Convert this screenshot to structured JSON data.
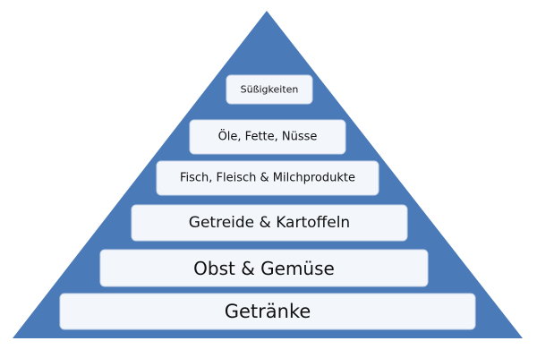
{
  "pyramid": {
    "fill_color": "#4a7ab8",
    "box_color": "#f3f6fb",
    "text_color": "#111111",
    "tiers": [
      {
        "label": "Süßigkeiten"
      },
      {
        "label": "Öle, Fette, Nüsse"
      },
      {
        "label": "Fisch, Fleisch & Milchprodukte"
      },
      {
        "label": "Getreide & Kartoffeln"
      },
      {
        "label": "Obst & Gemüse"
      },
      {
        "label": "Getränke"
      }
    ]
  }
}
